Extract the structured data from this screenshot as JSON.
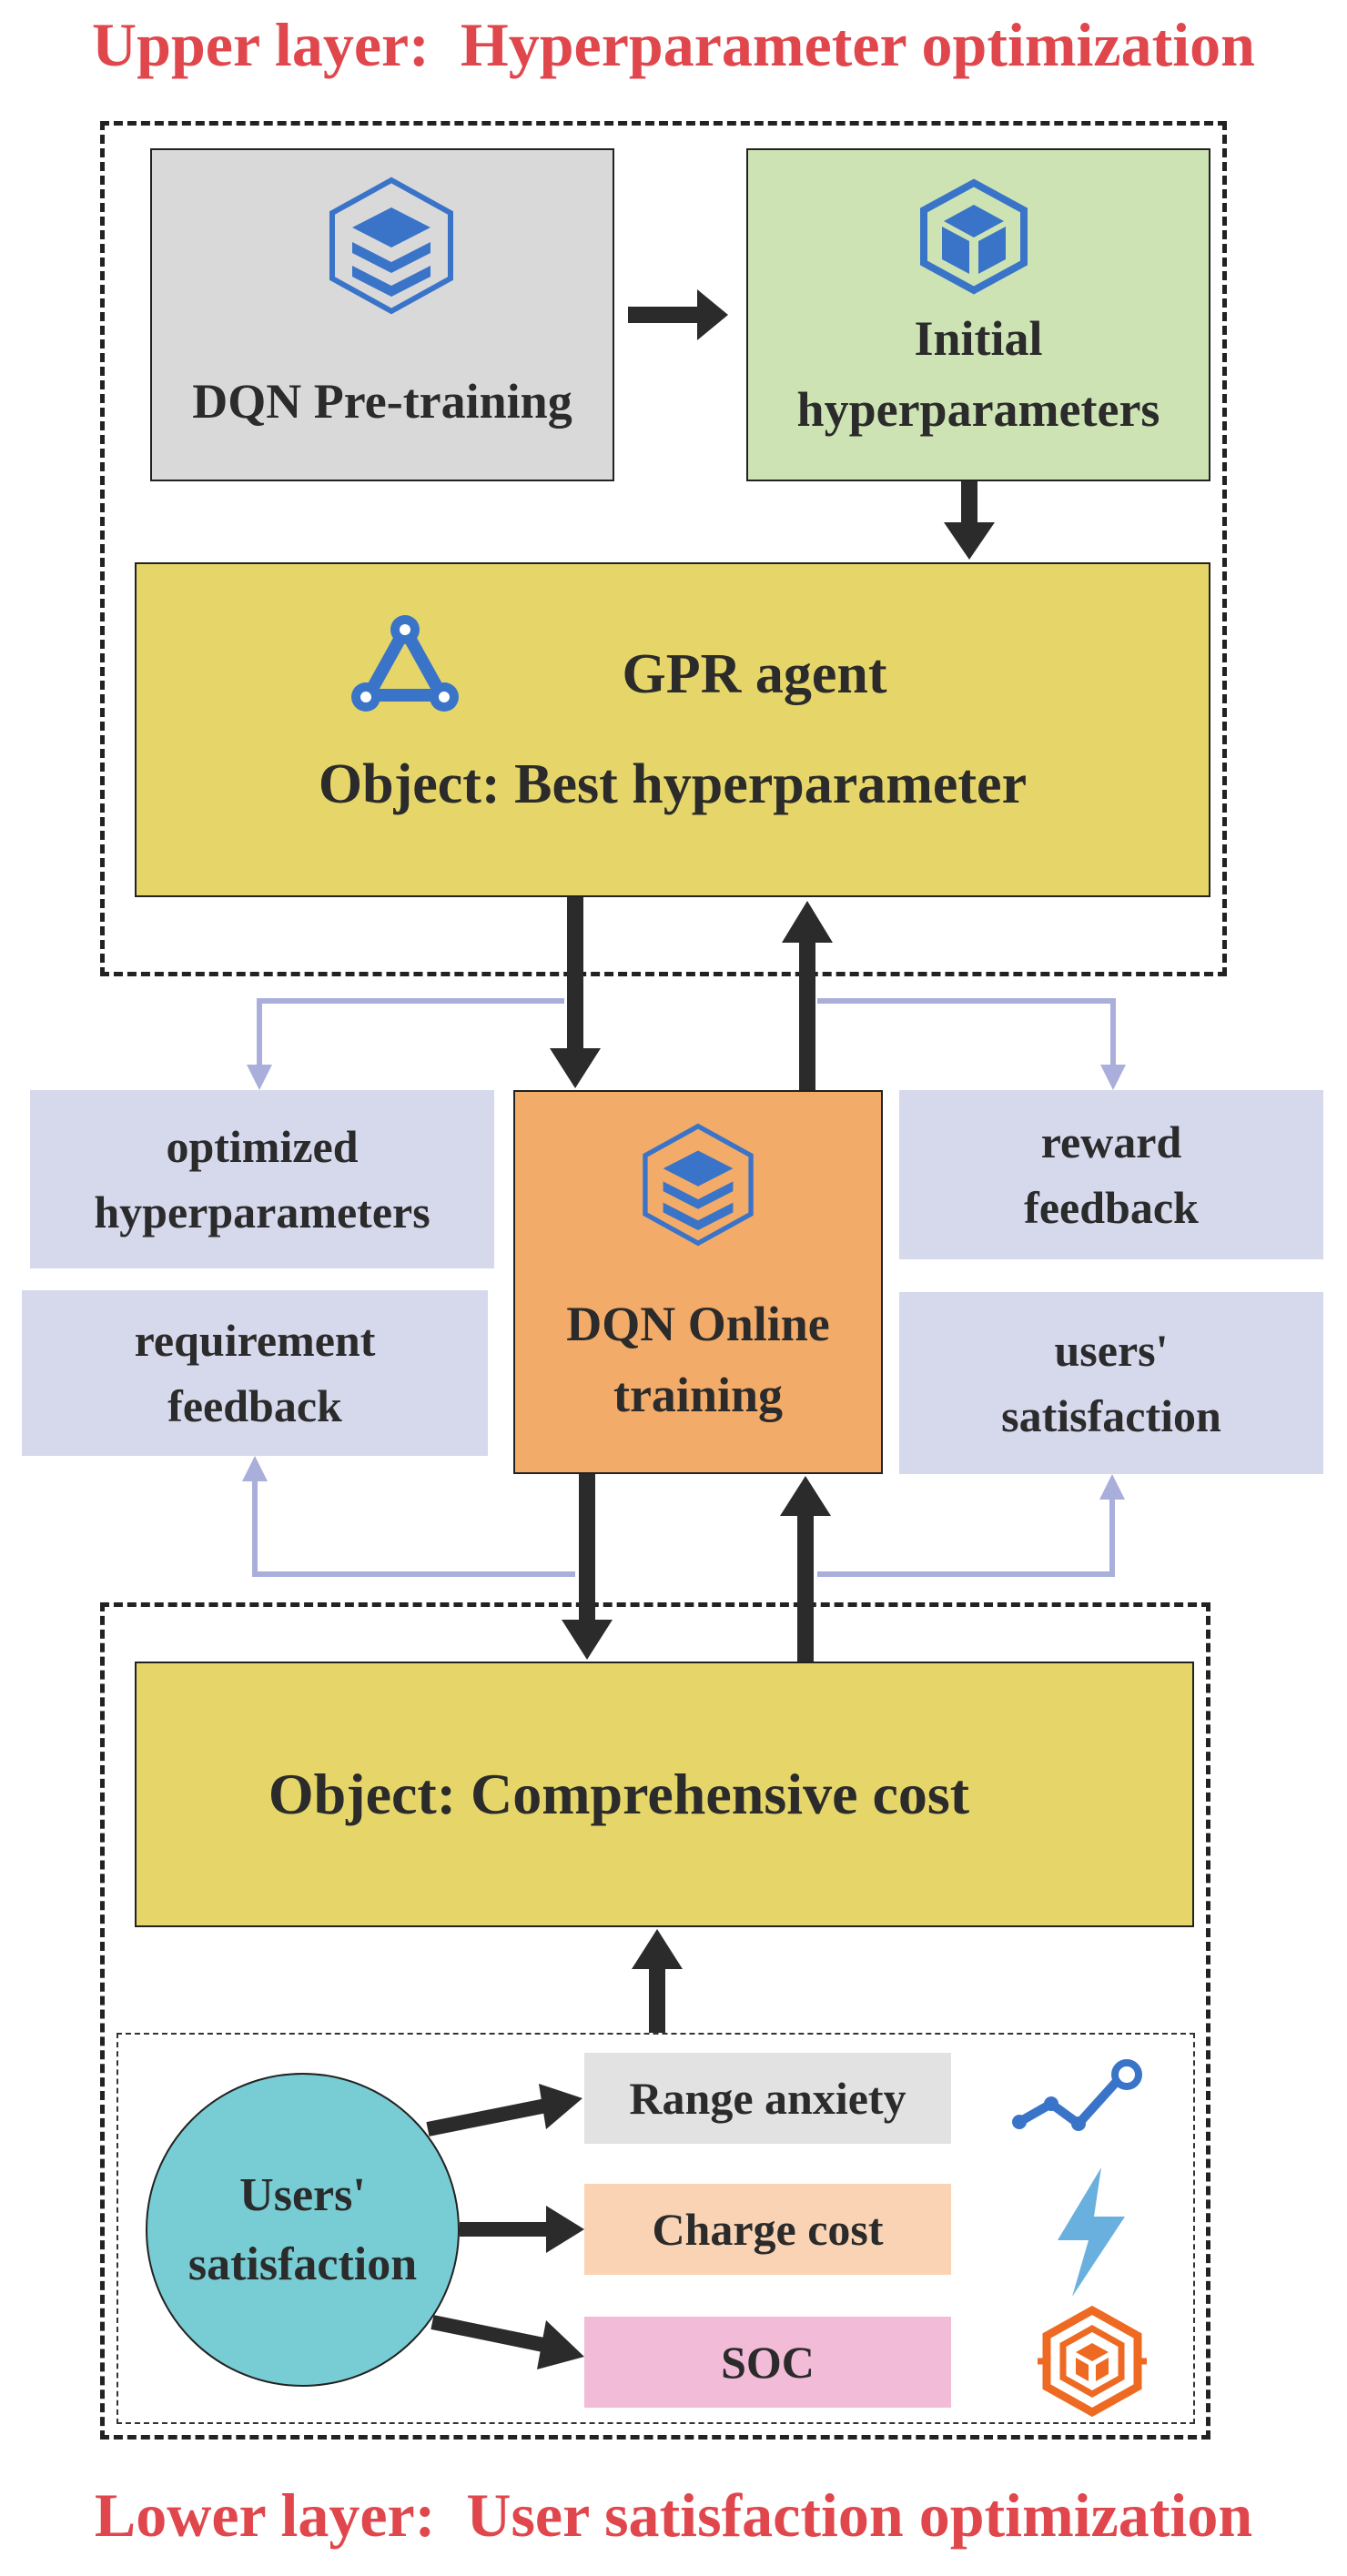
{
  "upper_title": "Upper layer:  Hyperparameter optimization",
  "lower_title": "Lower layer:  User satisfaction optimization",
  "boxes": {
    "dqn_pretraining": "DQN Pre-training",
    "initial_hyper_1": "Initial",
    "initial_hyper_2": "hyperparameters",
    "gpr_agent": "GPR agent",
    "gpr_object": "Object: Best hyperparameter",
    "dqn_online_1": "DQN Online",
    "dqn_online_2": "training",
    "comprehensive_cost": "Object: Comprehensive cost",
    "users_sat_1": "Users'",
    "users_sat_2": "satisfaction"
  },
  "side_labels": {
    "optimized_1": "optimized",
    "optimized_2": "hyperparameters",
    "requirement_1": "requirement",
    "requirement_2": "feedback",
    "reward_1": "reward",
    "reward_2": "feedback",
    "users_1": "users'",
    "users_2": "satisfaction"
  },
  "factors": {
    "range_anxiety": "Range anxiety",
    "charge_cost": "Charge cost",
    "soc": "SOC"
  },
  "colors": {
    "title_red": "#e0474c",
    "pretrain_gray": "#d9d9d9",
    "initial_green": "#cde3b4",
    "gpr_yellow": "#e6d66a",
    "online_orange": "#f2ab69",
    "label_lavender": "#d6d8ec",
    "circle_teal": "#78cdd4",
    "range_gray": "#e2e2e2",
    "charge_peach": "#f9d3b4",
    "soc_pink": "#f2bbd8",
    "icon_blue": "#3a74c9"
  }
}
